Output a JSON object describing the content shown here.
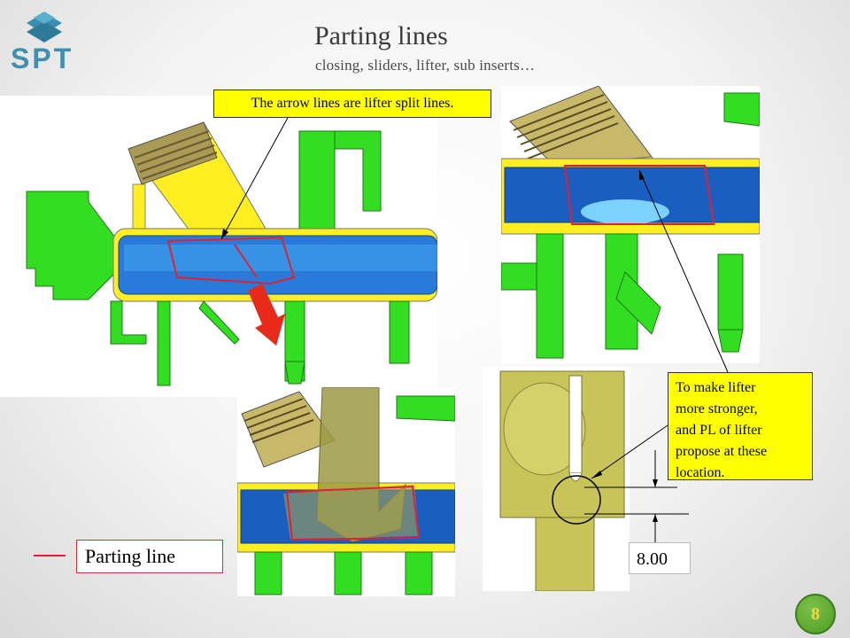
{
  "logo": {
    "text": "SPT"
  },
  "header": {
    "title": "Parting lines",
    "subtitle": "closing, sliders, lifter, sub inserts…"
  },
  "callouts": {
    "lifter_split": "The arrow lines are lifter split lines.",
    "lifter_strength_lines": [
      "To make lifter",
      "more stronger,",
      "and PL of lifter",
      "propose at these",
      "location."
    ]
  },
  "dimension": {
    "value": "8.00"
  },
  "legend": {
    "label": "Parting line"
  },
  "page": {
    "number": "8"
  },
  "colors": {
    "part_green": "#33dd22",
    "lifter_yellow": "#ffee22",
    "cavity_blue": "#1a66cc",
    "parting_red": "#dd2233",
    "callout_yellow": "#ffff00",
    "lifter_olive": "#c9c45a"
  }
}
